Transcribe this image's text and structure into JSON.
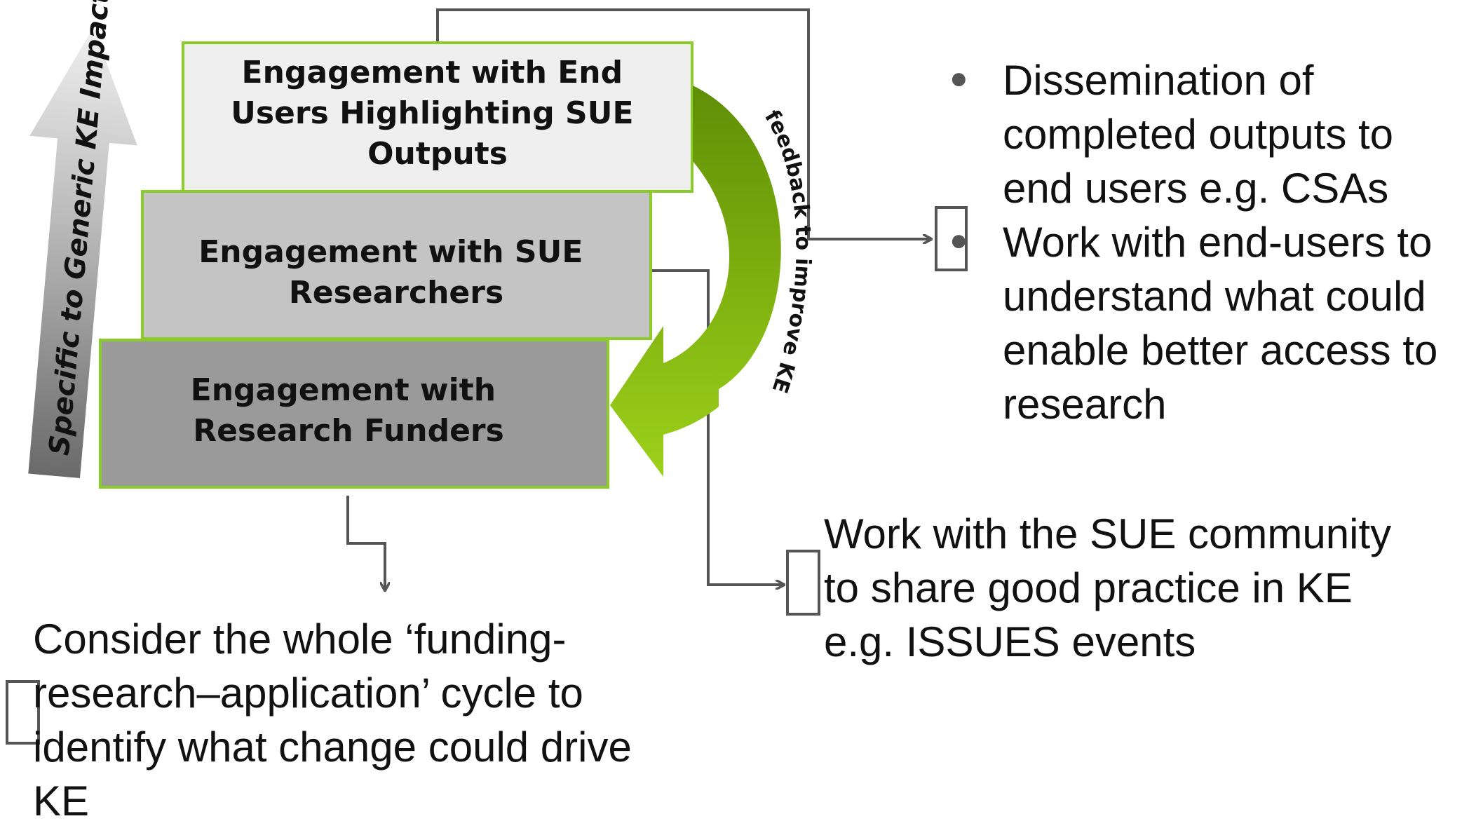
{
  "diagram": {
    "impact_arrow_label": "Specific to Generic KE Impact",
    "feedback_label": "feedback to improve KE",
    "boxes": {
      "end_users": [
        "Engagement with End",
        "Users Highlighting SUE",
        "Outputs"
      ],
      "researchers": [
        "Engagement with SUE",
        "Researchers"
      ],
      "funders": [
        "Engagement with",
        "Research Funders"
      ]
    }
  },
  "notes": {
    "end_users_bullets": [
      "Dissemination of completed outputs to end users e.g. CSAs",
      "Work with end-users to understand what could enable better access to research"
    ],
    "researchers_text": [
      "Work with the SUE community",
      "to share good practice in KE",
      "e.g. ISSUES events"
    ],
    "funders_text": [
      "Consider the whole ‘funding-",
      "research–application’  cycle to",
      "identify what change could drive",
      "KE"
    ]
  },
  "colors": {
    "box_top": "#efefef",
    "box_mid": "#c4c4c4",
    "box_bottom": "#9a9a9a",
    "box_border": "#8ccc2a",
    "feedback_arrow_dark": "#5f8f06",
    "feedback_arrow_light": "#9dd11a",
    "connector": "#555555"
  }
}
